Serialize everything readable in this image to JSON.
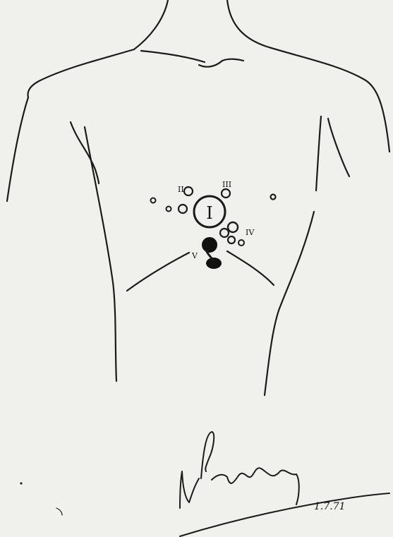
{
  "drawing": {
    "subject": "torso-sketch",
    "ink_color": "#1b1b1b",
    "paper_color": "#f4f4f2"
  },
  "wound_marks": {
    "central": "I",
    "small": [
      "II",
      "III",
      "IV",
      "V"
    ]
  },
  "signature": {
    "name": "Pandey",
    "date": "1.7.71"
  }
}
